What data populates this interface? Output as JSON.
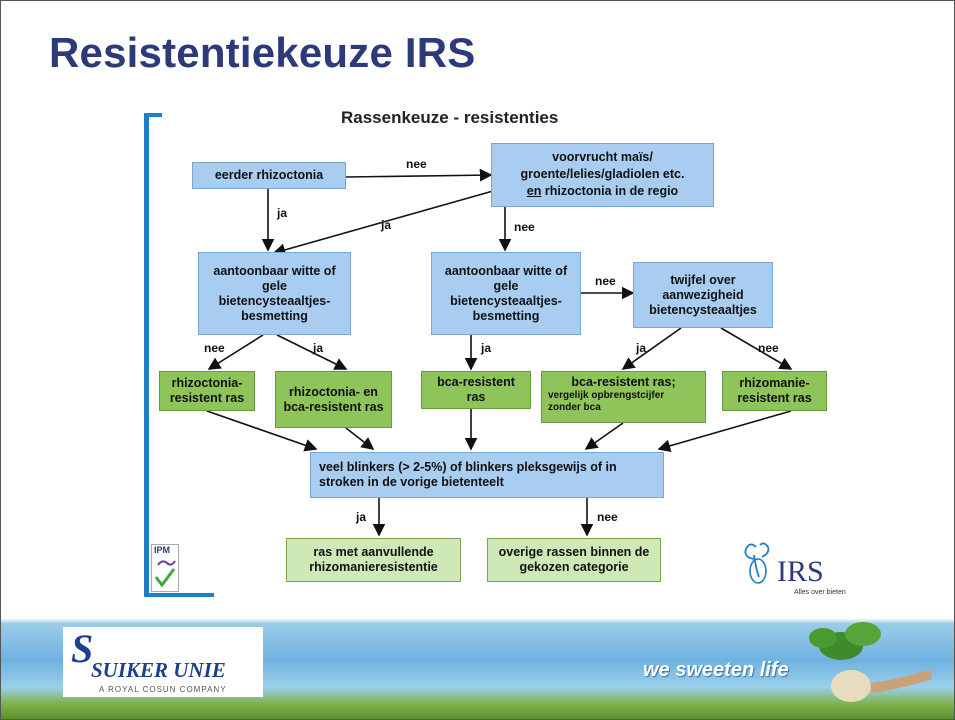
{
  "slide": {
    "title": "Resistentiekeuze IRS",
    "diagram_title": "Rassenkeuze  - resistenties"
  },
  "nodes": {
    "eerder": "eerder rhizoctonia",
    "voorvrucht_1": "voorvrucht maïs/",
    "voorvrucht_2": "groente/lelies/gladiolen etc.",
    "voorvrucht_3a": "en",
    "voorvrucht_3b": " rhizoctonia in de regio",
    "aant1": "aantoonbaar witte of gele bietencysteaaltjes-besmetting",
    "aant2": "aantoonbaar witte of gele bietencysteaaltjes-besmetting",
    "twijfel": "twijfel over aanwezigheid bietencysteaaltjes",
    "rhiz_res": "rhizoctonia-resistent ras",
    "rhiz_bca": "rhizoctonia- en bca-resistent ras",
    "bca_res": "bca-resistent ras",
    "bca_res2_1": "bca-resistent ras;",
    "bca_res2_2": "vergelijk opbrengstcijfer zonder bca",
    "rhizomanie": "rhizomanie-resistent ras",
    "veel": "veel blinkers (> 2-5%)  of blinkers pleksgewijs of in stroken in de vorige bietenteelt",
    "ras_aanv": "ras met aanvullende rhizomanieresistentie",
    "overige": "overige rassen binnen de gekozen categorie"
  },
  "edge_labels": {
    "nee_top": "nee",
    "ja_left": "ja",
    "ja_diag": "ja",
    "nee_mid": "nee",
    "nee_twijfel": "nee",
    "nee_l": "nee",
    "ja_l": "ja",
    "ja_m": "ja",
    "ja_r": "ja",
    "nee_r": "nee",
    "ja_bottom": "ja",
    "nee_bottom": "nee"
  },
  "logos": {
    "ipm": "IPM",
    "irs": "IRS",
    "irs_tag": "Alles over bieten",
    "company": "SUIKER UNIE",
    "company_sub": "A ROYAL COSUN COMPANY",
    "tagline": "we sweeten life"
  },
  "colors": {
    "title": "#2d3a7a",
    "blue_box": "#a8cdf0",
    "green_box": "#8fc45a",
    "green_light_box": "#cfe8b8",
    "accent_bar": "#1e7fc4"
  }
}
